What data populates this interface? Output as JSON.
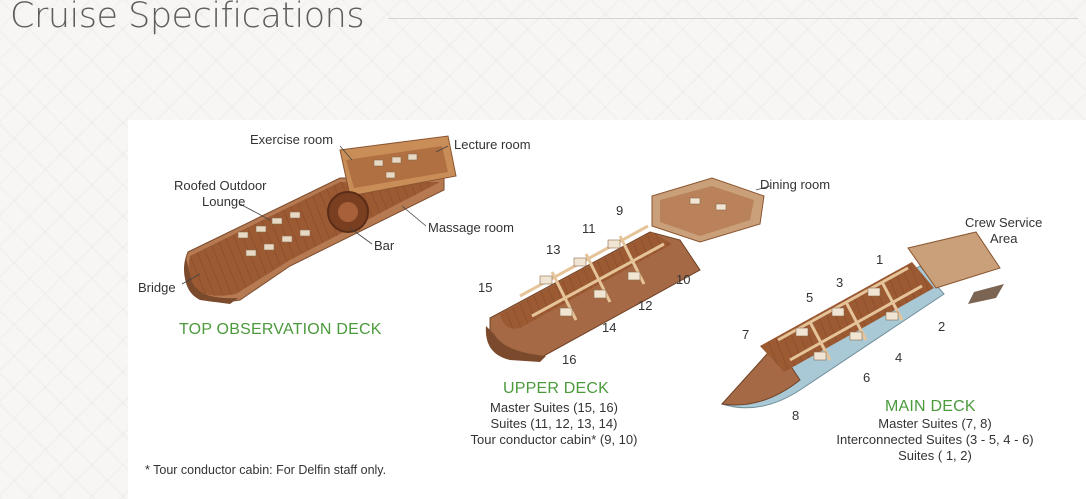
{
  "page": {
    "title": "Cruise Specifications"
  },
  "top_deck": {
    "name": "TOP OBSERVATION DECK",
    "labels": {
      "exercise": "Exercise room",
      "lecture": "Lecture room",
      "roofed": "Roofed Outdoor",
      "lounge": "Lounge",
      "massage": "Massage room",
      "bar": "Bar",
      "bridge": "Bridge"
    }
  },
  "upper_deck": {
    "name": "UPPER DECK",
    "labels": {
      "dining": "Dining room"
    },
    "cabins": [
      "9",
      "11",
      "13",
      "15",
      "10",
      "12",
      "14",
      "16"
    ],
    "details": [
      "Master Suites (15, 16)",
      "Suites (11, 12, 13, 14)",
      "Tour conductor cabin* (9, 10)"
    ]
  },
  "main_deck": {
    "name": "MAIN DECK",
    "labels": {
      "crew1": "Crew Service",
      "crew2": "Area"
    },
    "cabins": [
      "1",
      "3",
      "5",
      "7",
      "2",
      "4",
      "6",
      "8"
    ],
    "details": [
      "Master Suites (7, 8)",
      "Interconnected Suites (3 - 5, 4 - 6)",
      "Suites ( 1, 2)"
    ]
  },
  "footnote": "* Tour conductor cabin: For Delfin staff only.",
  "colors": {
    "deck_green": "#4b9a3c",
    "hull": "#a56a45",
    "wood_floor": "#9c5a33",
    "wall": "#e2b884",
    "water": "#a9c9d6"
  }
}
